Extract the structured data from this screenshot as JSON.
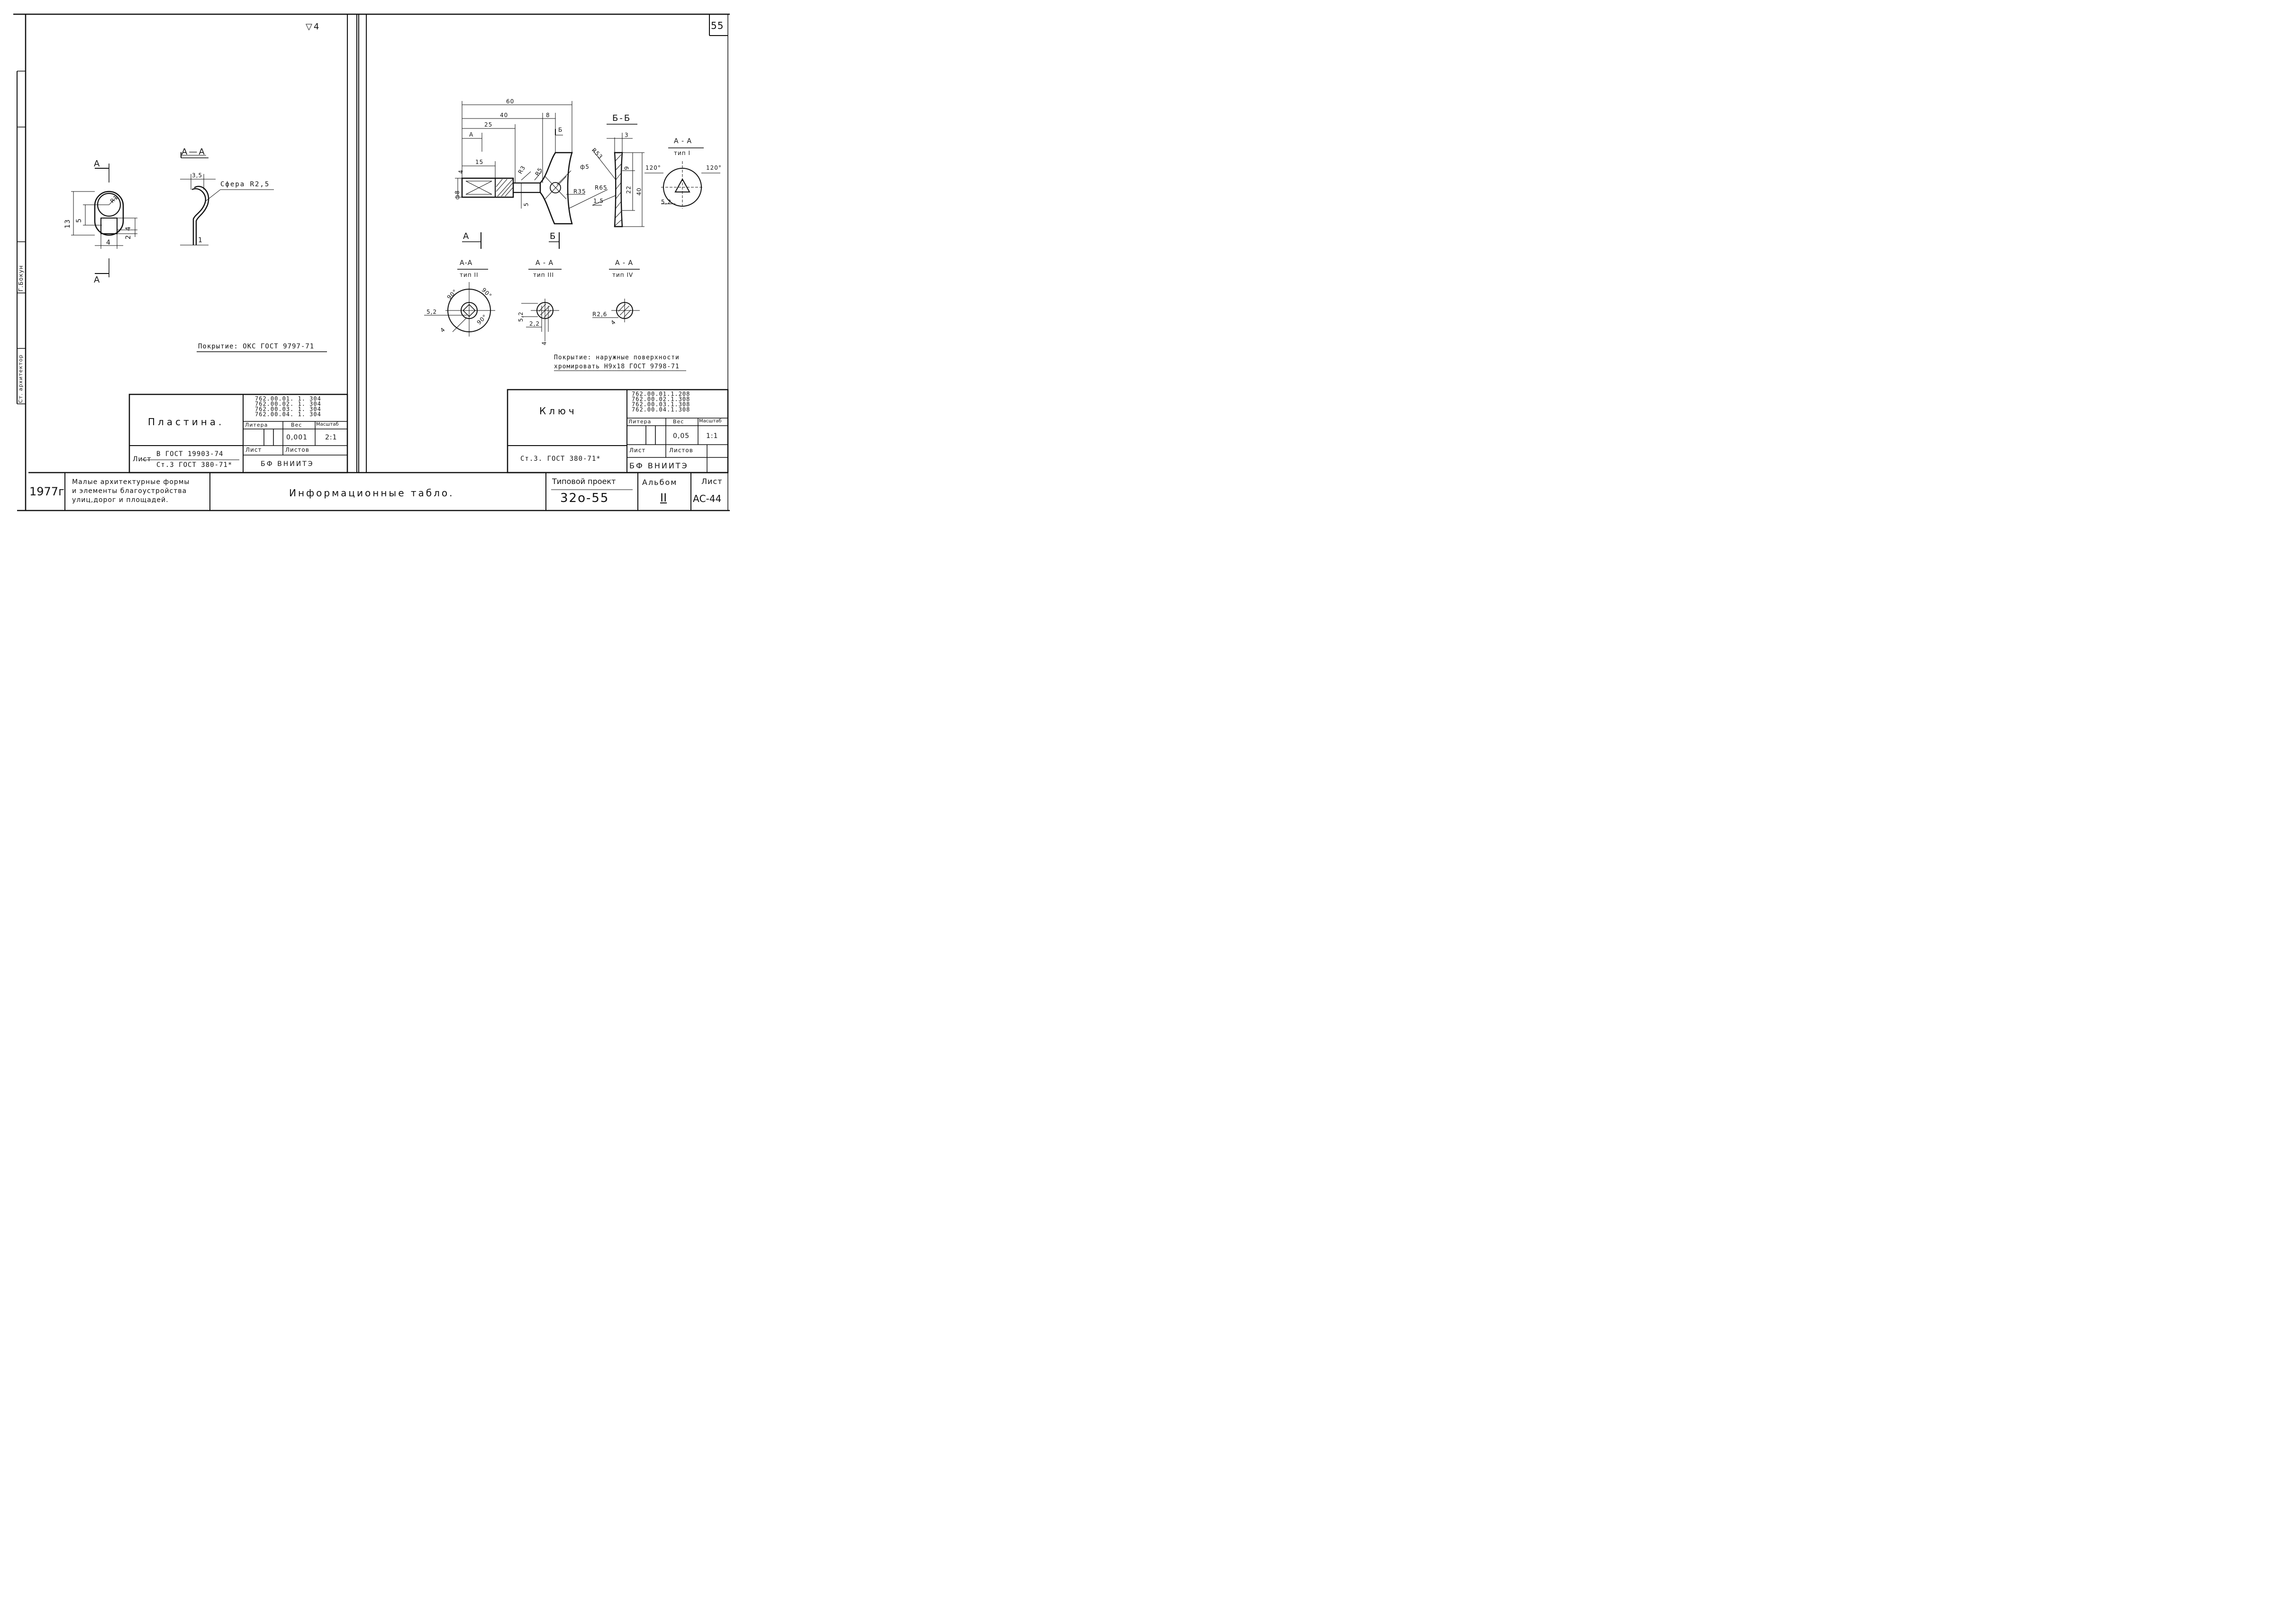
{
  "page_number": "55",
  "left": {
    "roughness": "▽4",
    "section_mark": "А—А",
    "cut_letter_top": "А",
    "cut_letter_bottom": "А",
    "dims": {
      "d13": "13",
      "d5": "5",
      "d4v": "4",
      "d2": "2",
      "d4h": "4",
      "r": "R1",
      "d35": "3,5",
      "d1": "1"
    },
    "sphere": "Сфера R2,5",
    "coating": "Покрытие:  ОКС  ГОСТ  9797-71",
    "title_block": {
      "name": "Пластина.",
      "codes": [
        "762.00.01.  1. 304",
        "762.00.02.  1. 304",
        "762.00.03.  1. 304",
        "762.00.04.  1. 304"
      ],
      "litera": "Литера",
      "ves": "Вес",
      "masshtab": "Масштаб",
      "ves_val": "0,001",
      "masshtab_val": "2:1",
      "list": "Лист",
      "listov": "Листов",
      "org": "БФ  ВНИИТЭ",
      "material_label": "Лист",
      "material_top": "В  ГОСТ  19903-74",
      "material_bottom": "Ст.3 ГОСТ  380-71*"
    }
  },
  "right": {
    "dims": {
      "d60": "60",
      "d40": "40",
      "d8": "8",
      "d25": "25",
      "d15": "15",
      "dA": "А",
      "dB": "Б",
      "r3": "R3",
      "r5": "R5",
      "phi5": "ф5",
      "phi8": "ф8",
      "d5": "5",
      "d4": "4",
      "r35": "R35",
      "r65": "R65",
      "r53": "R53",
      "d15b": "1,5",
      "d3": "3",
      "d9": "9",
      "d22": "22",
      "d40v": "40"
    },
    "section_bb": "Б-Б",
    "section_aa1": "А - А",
    "tip1": "тип I",
    "angle1": "120°",
    "angle2": "120°",
    "d52a": "5,2",
    "cut_A": "А",
    "cut_B": "Б",
    "section_aa2": "А-А",
    "tip2": "тип II",
    "section_aa3": "А - А",
    "tip3": "тип III",
    "section_aa4": "А - А",
    "tip4": "тип IV",
    "a90_1": "90°",
    "a90_2": "90°",
    "a90_3": "90°",
    "d52b": "5,2",
    "d4b": "4",
    "d52c": "5,2",
    "d22c": "2,2",
    "d4c": "4",
    "r26": "R2,6",
    "d4d": "4",
    "coating1": "Покрытие: наружные поверхности",
    "coating2": "хромировать Н9х18 ГОСТ 9798-71",
    "title_block": {
      "name": "Ключ",
      "codes": [
        "762.00.01.1.208",
        "762.00.02.1.308",
        "762.00.03.1.308",
        "762.00.04.1.308"
      ],
      "litera": "Литера",
      "ves": "Вес",
      "masshtab": "Масштаб",
      "ves_val": "0,05",
      "masshtab_val": "1:1",
      "list": "Лист",
      "listov": "Листов",
      "org": "БФ  ВНИИТЭ",
      "material": "Ст.3. ГОСТ 380-71*"
    }
  },
  "sidebar": {
    "role": "Ст. архитектор",
    "signature": "",
    "name": "Г.Бокун"
  },
  "footer": {
    "year": "1977г",
    "project_desc": [
      "Малые архитектурные формы",
      "и элементы благоустройства",
      "улиц,дорог и площадей."
    ],
    "title": "Информационные  табло.",
    "tp_label": "Типовой проект",
    "tp_value": "32о-55",
    "album_label": "Альбом",
    "album_value": "II",
    "sheet_label": "Лист",
    "sheet_value": "АС-44"
  }
}
